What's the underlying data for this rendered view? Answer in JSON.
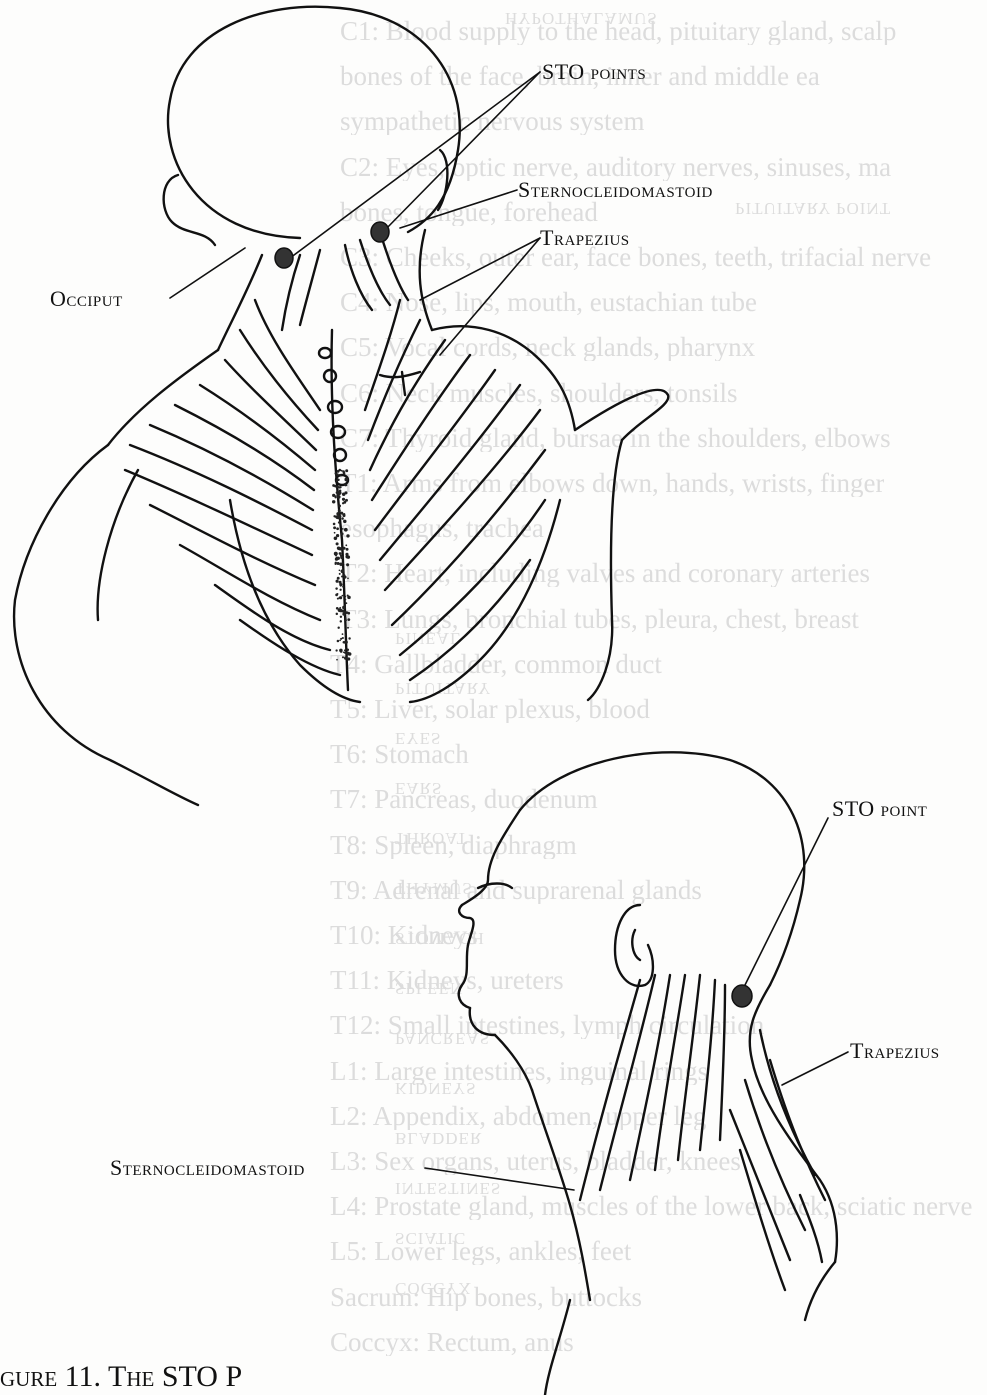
{
  "labels": {
    "sto_points": "STO points",
    "sternocleidomastoid_top": "Sternocleidomastoid",
    "trapezius_top": "Trapezius",
    "occiput": "Occiput",
    "sto_point": "STO point",
    "trapezius_bottom": "Trapezius",
    "sternocleidomastoid_bottom": "Sternocleidomastoid"
  },
  "caption": "gure 11. The STO P",
  "background_text": [
    "C1: Blood supply to the head, pituitary gland, scalp",
    "bones of the face, brain, inner and middle ea",
    "sympathetic nervous system",
    "C2: Eyes, optic nerve, auditory nerves, sinuses, ma",
    "bones, tongue, forehead",
    "C3: Cheeks, outer ear, face bones, teeth, trifacial nerve",
    "C4: Nose, lips, mouth, eustachian tube",
    "C5: Vocal cords, neck glands, pharynx",
    "C6: Neck muscles, shoulders, tonsils",
    "C7: Thyroid gland, bursae in the shoulders, elbows",
    "T1: Arms from elbows down, hands, wrists, finger",
    "esophagus, trachea",
    "T2: Heart, including valves and coronary arteries",
    "T3: Lungs, bronchial tubes, pleura, chest, breast",
    "T4: Gallbladder, common duct",
    "T5: Liver, solar plexus, blood",
    "T6: Stomach",
    "T7: Pancreas, duodenum",
    "T8: Spleen, diaphragm",
    "T9: Adrenal and suprarenal glands",
    "T10: Kidneys",
    "T11: Kidneys, ureters",
    "T12: Small intestines, lymph circulation",
    "L1: Large intestines, inguinal rings",
    "L2: Appendix, abdomen, upper leg",
    "L3: Sex organs, uterus, bladder, knees",
    "L4: Prostate gland, muscles of the lower back, sciatic nerve",
    "L5: Lower legs, ankles, feet",
    "Sacrum: Hip bones, buttocks",
    "Coccyx: Rectum, anus"
  ],
  "background_mirror_text": [
    "HYPOTHALAMUS",
    "PITUITARY POINT",
    "PINEAL",
    "PITUITARY",
    "EYES",
    "EARS",
    "THROAT",
    "THYMUS",
    "STOMACH",
    "SPLEEN",
    "PANCREAS",
    "KIDNEYS",
    "BLADDER",
    "INTESTINES",
    "SCIATIC",
    "COCCYX"
  ],
  "colors": {
    "ink": "#111111",
    "ghost": "#dcdcdc",
    "paper": "#fdfdfc",
    "dot": "#333333"
  }
}
